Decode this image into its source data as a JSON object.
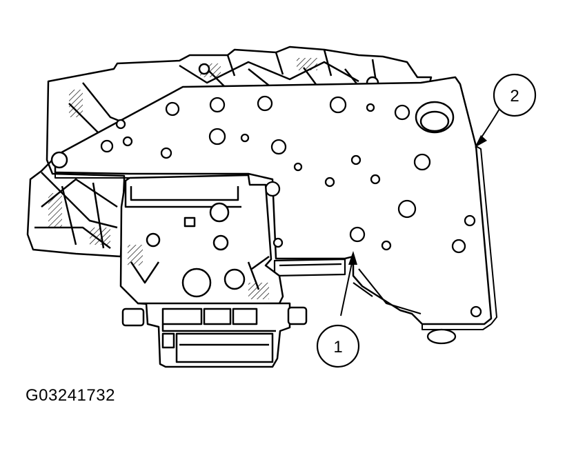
{
  "figure": {
    "figure_id": "G03241732"
  },
  "callouts": [
    {
      "label": "1"
    },
    {
      "label": "2"
    }
  ],
  "colors": {
    "line": "#000000",
    "background": "#ffffff",
    "shade": "#d9d9d9"
  }
}
